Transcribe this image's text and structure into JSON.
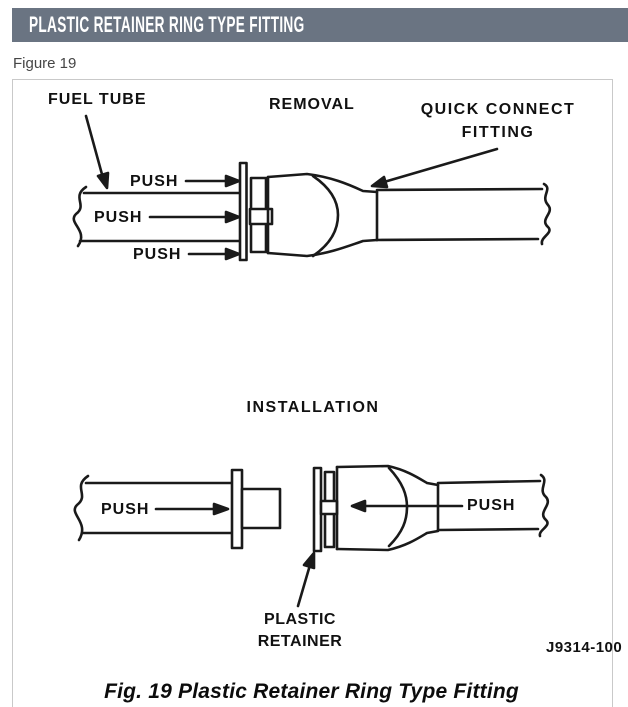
{
  "header": {
    "title": "PLASTIC RETAINER RING TYPE FITTING",
    "bg_color": "#6a7482",
    "text_color": "#ffffff"
  },
  "figure_label": "Figure 19",
  "diagram": {
    "line_color": "#1a1a1a",
    "removal": {
      "heading": "REMOVAL",
      "fuel_tube_label": "FUEL TUBE",
      "quick_connect_line1": "QUICK CONNECT",
      "quick_connect_line2": "FITTING",
      "push_labels": [
        "PUSH",
        "PUSH",
        "PUSH"
      ]
    },
    "installation": {
      "heading": "INSTALLATION",
      "push_left_label": "PUSH",
      "push_right_label": "PUSH",
      "plastic_retainer_line1": "PLASTIC",
      "plastic_retainer_line2": "RETAINER"
    },
    "drawing_number": "J9314-100",
    "caption": "Fig. 19 Plastic Retainer Ring Type Fitting"
  }
}
